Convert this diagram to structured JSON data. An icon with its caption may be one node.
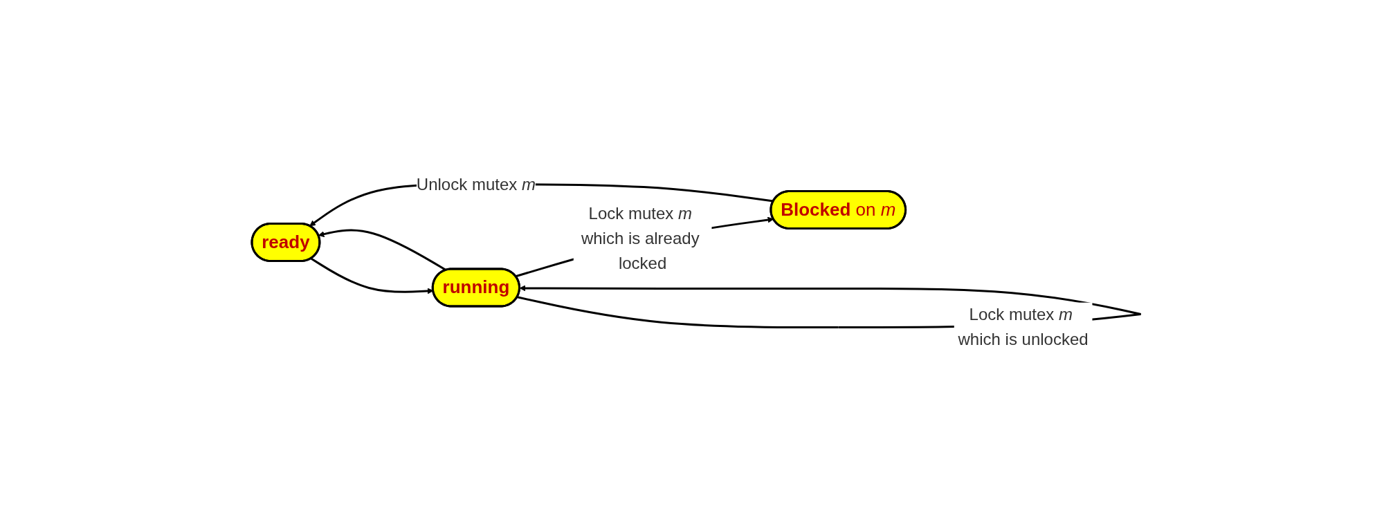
{
  "diagram": {
    "nodes": [
      {
        "text": [
          "ready"
        ]
      },
      {
        "text": [
          "running"
        ]
      },
      {
        "text": [
          "**Blocked** on *m*"
        ]
      }
    ],
    "edges": [
      {
        "from": 0,
        "to": 1,
        "arrow": "to"
      },
      {
        "from": 1,
        "to": 0,
        "arrow": "to"
      },
      {
        "from": 1,
        "to": 1,
        "arrow": "to",
        "label": "Lock mutex *m* which is unlocked"
      },
      {
        "from": 1,
        "to": 2,
        "arrow": "to",
        "label": "Lock mutex *m* which is already locked"
      },
      {
        "from": 2,
        "to": 0,
        "arrow": "to",
        "label": "Unlock mutex *m*"
      }
    ]
  }
}
